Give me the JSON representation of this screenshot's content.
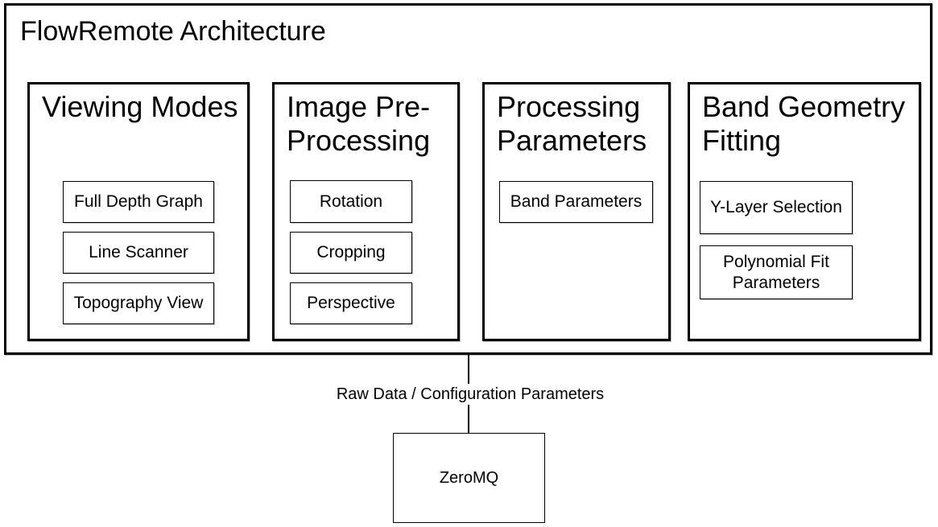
{
  "architecture": {
    "title": "FlowRemote Architecture",
    "sections": [
      {
        "title": "Viewing Modes",
        "items": [
          "Full Depth Graph",
          "Line Scanner",
          "Topography View"
        ]
      },
      {
        "title": "Image Pre-Processing",
        "items": [
          "Rotation",
          "Cropping",
          "Perspective"
        ]
      },
      {
        "title": "Processing Parameters",
        "items": [
          "Band Parameters"
        ]
      },
      {
        "title": "Band Geometry Fitting",
        "items": [
          "Y-Layer Selection",
          "Polynomial Fit Parameters"
        ]
      }
    ]
  },
  "connector": {
    "label": "Raw Data / Configuration Parameters"
  },
  "external_node": {
    "label": "ZeroMQ"
  },
  "colors": {
    "background": "#ffffff",
    "line": "#000000",
    "text": "#000000"
  }
}
